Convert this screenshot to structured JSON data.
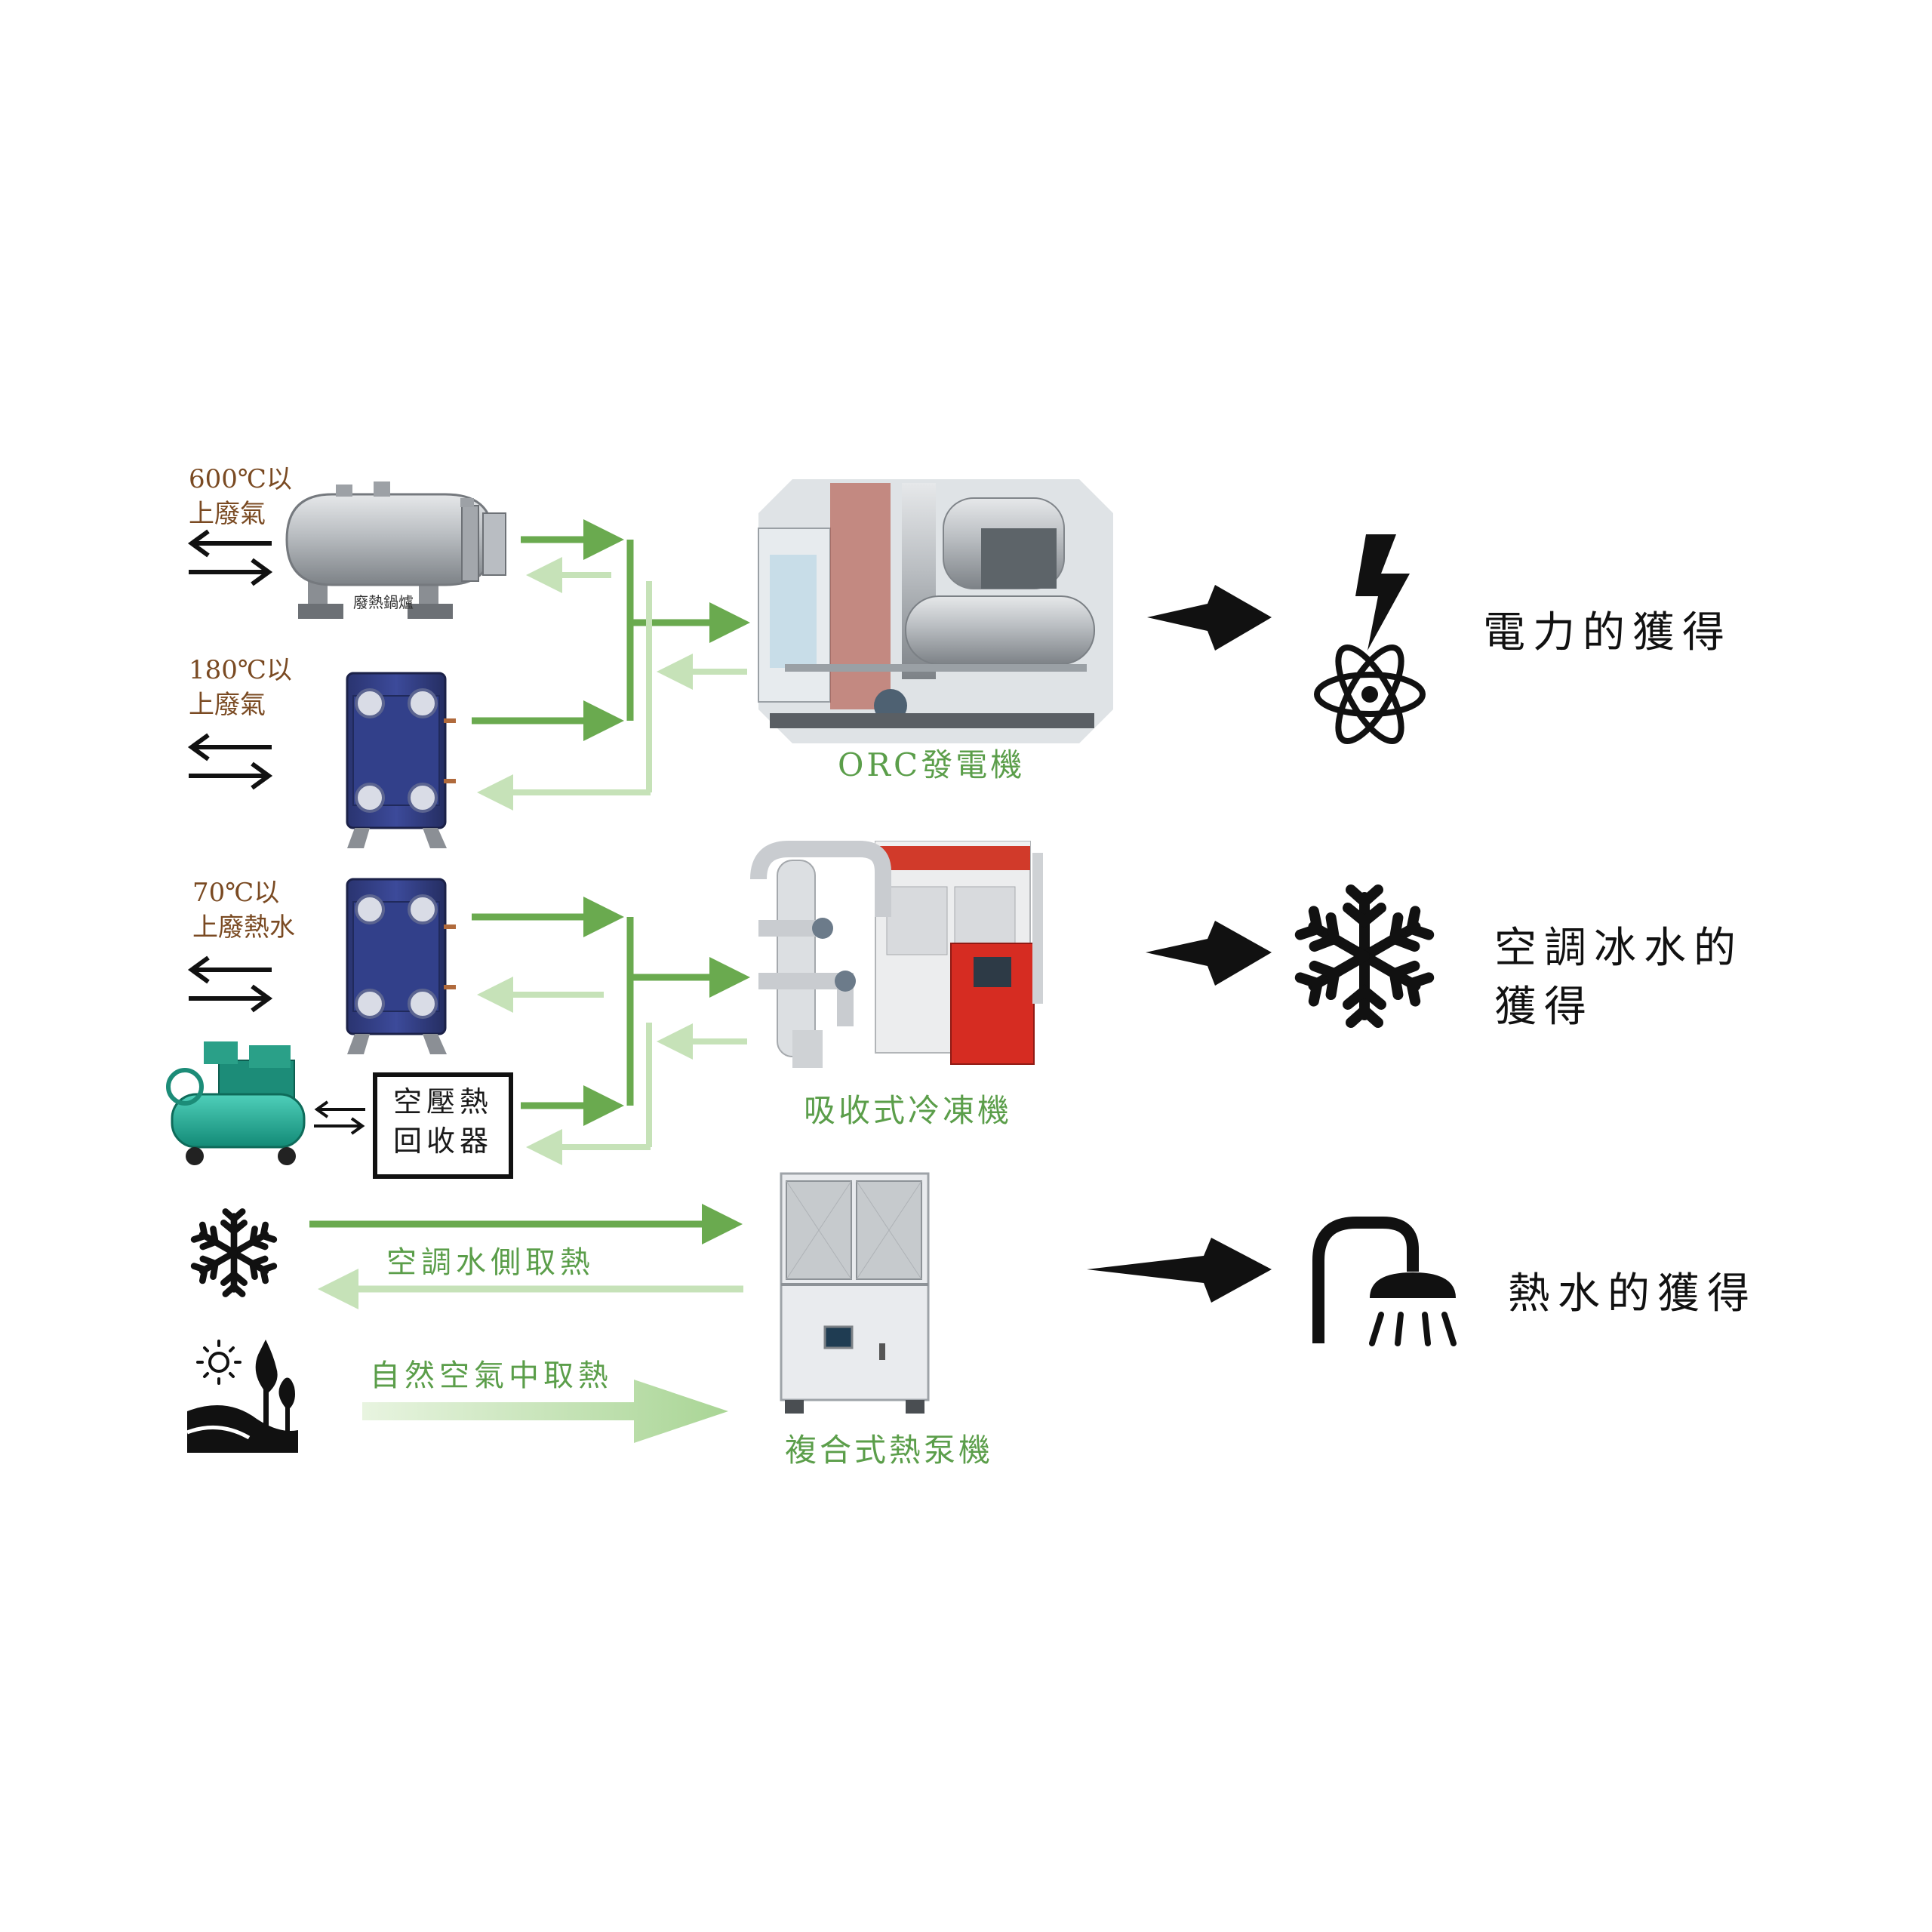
{
  "sources": {
    "s600": {
      "line1": "600℃以",
      "line2": "上廢氣"
    },
    "s180": {
      "line1": "180℃以",
      "line2": "上廢氣"
    },
    "s70": {
      "line1": "70℃以",
      "line2": "上廢熱水"
    },
    "boiler_tag": "廢熱鍋爐"
  },
  "recovery_box": {
    "line1": "空壓熱",
    "line2": "回收器"
  },
  "machines": {
    "orc": "ORC發電機",
    "absorption": "吸收式冷凍機",
    "heat_pump": "複合式熱泵機"
  },
  "flows": {
    "ac_water": "空調水側取熱",
    "natural_air": "自然空氣中取熱"
  },
  "outputs": {
    "power": "電力的獲得",
    "chilled_line1": "空調冰水的",
    "chilled_line2": "獲得",
    "hot_water": "熱水的獲得"
  },
  "colors": {
    "flow_dark": "#6aaa4f",
    "flow_light": "#c6e2b8",
    "source_text": "#7a4a22",
    "machine_text": "#5b9e4a",
    "icon": "#111111"
  },
  "icons": [
    "boiler-picture",
    "plate-heat-exchanger-picture",
    "air-compressor-picture",
    "orc-generator-picture",
    "absorption-chiller-picture",
    "heat-pump-picture",
    "snowflake-icon",
    "sun-landscape-icon",
    "lightning-atom-icon",
    "shower-icon"
  ]
}
